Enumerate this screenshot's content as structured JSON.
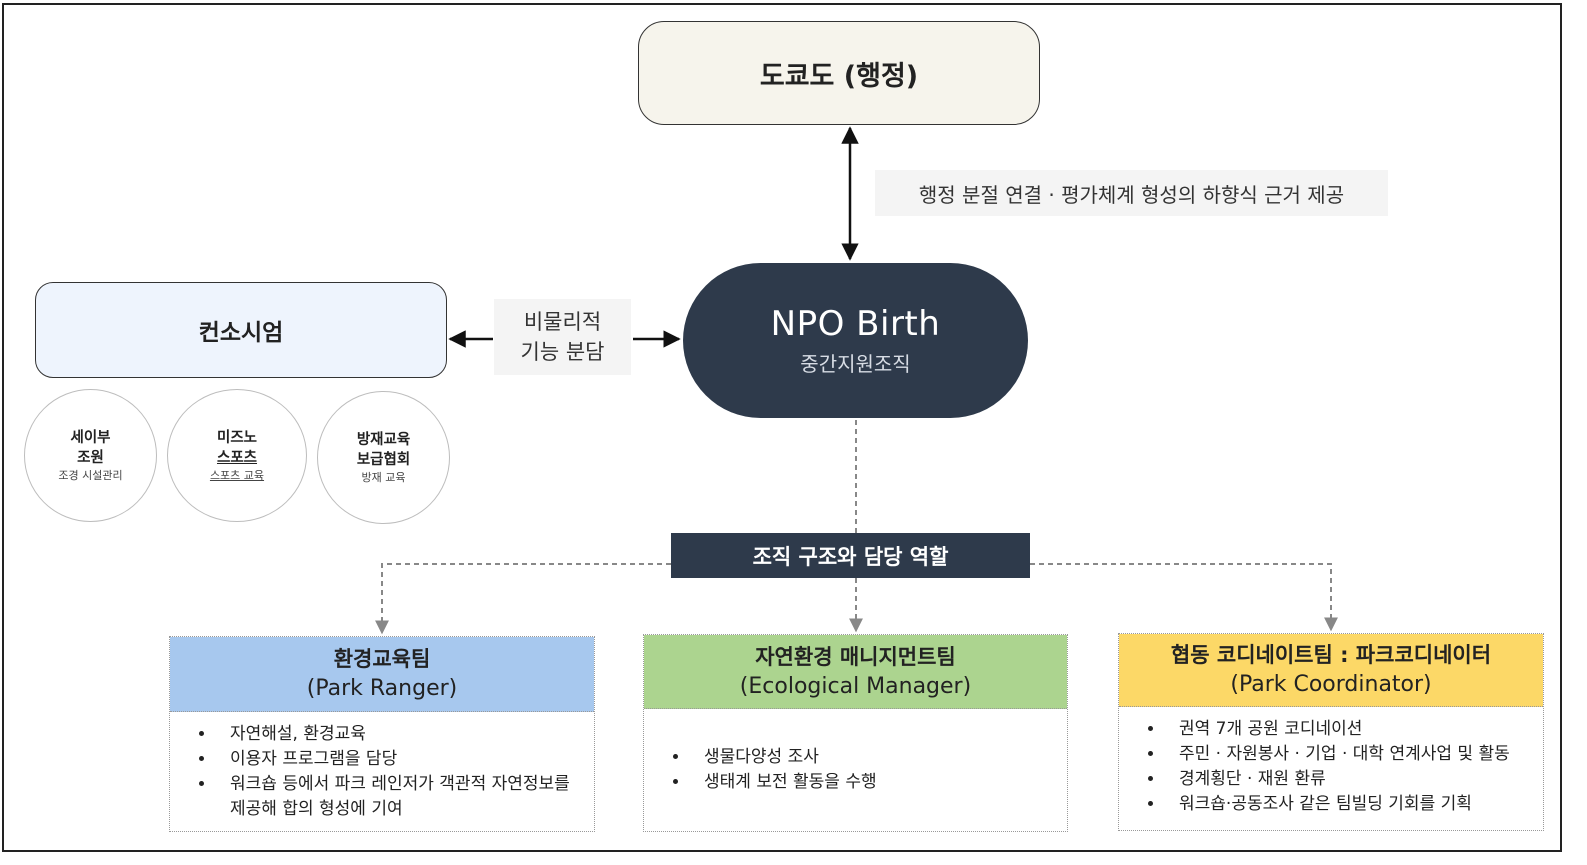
{
  "tokyo": {
    "title": "도쿄도 (행정)"
  },
  "admin_link": {
    "text": "행정 분절 연결 · 평가체계 형성의 하향식 근거 제공"
  },
  "consortium": {
    "title": "컨소시엄"
  },
  "function_split": {
    "line1": "비물리적",
    "line2": "기능 분담"
  },
  "npo": {
    "title": "NPO Birth",
    "subtitle": "중간지원조직"
  },
  "members": [
    {
      "line1": "세이부",
      "line2": "조원",
      "desc": "조경 시설관리"
    },
    {
      "line1": "미즈노",
      "line2": "스포츠",
      "desc": "스포츠 교육"
    },
    {
      "line1": "방재교육",
      "line2": "보급협회",
      "desc": "방재 교육"
    }
  ],
  "org_structure": {
    "label": "조직 구조와 담당 역할"
  },
  "teams": [
    {
      "name": "환경교육팀",
      "role": "(Park Ranger)",
      "items": [
        "자연해설, 환경교육",
        "이용자 프로그램을 담당",
        "워크숍 등에서 파크 레인저가 객관적 자연정보를 제공해 합의 형성에 기여"
      ]
    },
    {
      "name": "자연환경 매니지먼트팀",
      "role": "(Ecological Manager)",
      "items": [
        "생물다양성 조사",
        "생태계 보전 활동을 수행"
      ]
    },
    {
      "name": "협동 코디네이트팀 : 파크코디네이터",
      "role": "(Park Coordinator)",
      "items": [
        "권역 7개 공원 코디네이션",
        "주민 · 자원봉사 · 기업 · 대학 연계사업 및 활동",
        "경계횡단 · 재원 환류",
        "워크숍·공동조사 같은 팀빌딩 기회를 기획"
      ]
    }
  ],
  "colors": {
    "npo_fill": "#2e3a4b",
    "tokyo_fill": "#f6f4ec",
    "consortium_fill": "#eef4fd",
    "edu_team": "#a7c8ee",
    "eco_team": "#acd48f",
    "coop_team": "#fcd867"
  }
}
